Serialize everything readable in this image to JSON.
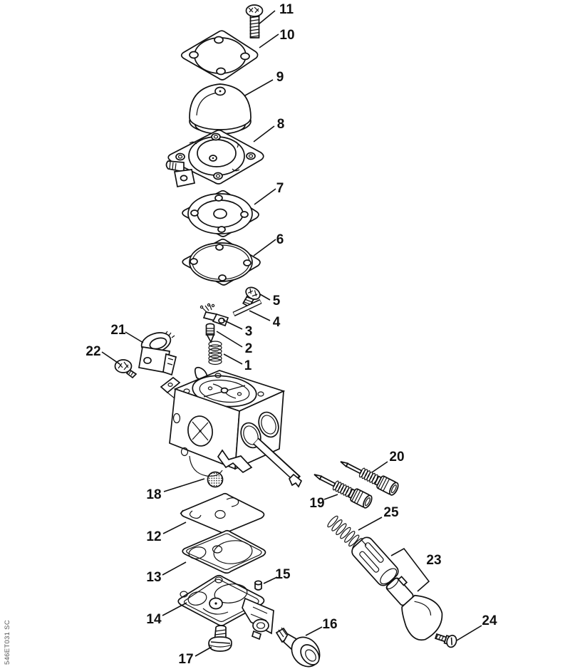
{
  "figure": {
    "drawing_code": "546ET031 SC",
    "background_color": "#ffffff",
    "line_color": "#111111"
  },
  "callouts": {
    "c1": {
      "number": "1"
    },
    "c2": {
      "number": "2"
    },
    "c3": {
      "number": "3"
    },
    "c4": {
      "number": "4"
    },
    "c5": {
      "number": "5"
    },
    "c6": {
      "number": "6"
    },
    "c7": {
      "number": "7"
    },
    "c8": {
      "number": "8"
    },
    "c9": {
      "number": "9"
    },
    "c10": {
      "number": "10"
    },
    "c11": {
      "number": "11"
    },
    "c12": {
      "number": "12"
    },
    "c13": {
      "number": "13"
    },
    "c14": {
      "number": "14"
    },
    "c15": {
      "number": "15"
    },
    "c16": {
      "number": "16"
    },
    "c17": {
      "number": "17"
    },
    "c18": {
      "number": "18"
    },
    "c19": {
      "number": "19"
    },
    "c20": {
      "number": "20"
    },
    "c21": {
      "number": "21"
    },
    "c22": {
      "number": "22"
    },
    "c23": {
      "number": "23"
    },
    "c24": {
      "number": "24"
    },
    "c25": {
      "number": "25"
    }
  }
}
